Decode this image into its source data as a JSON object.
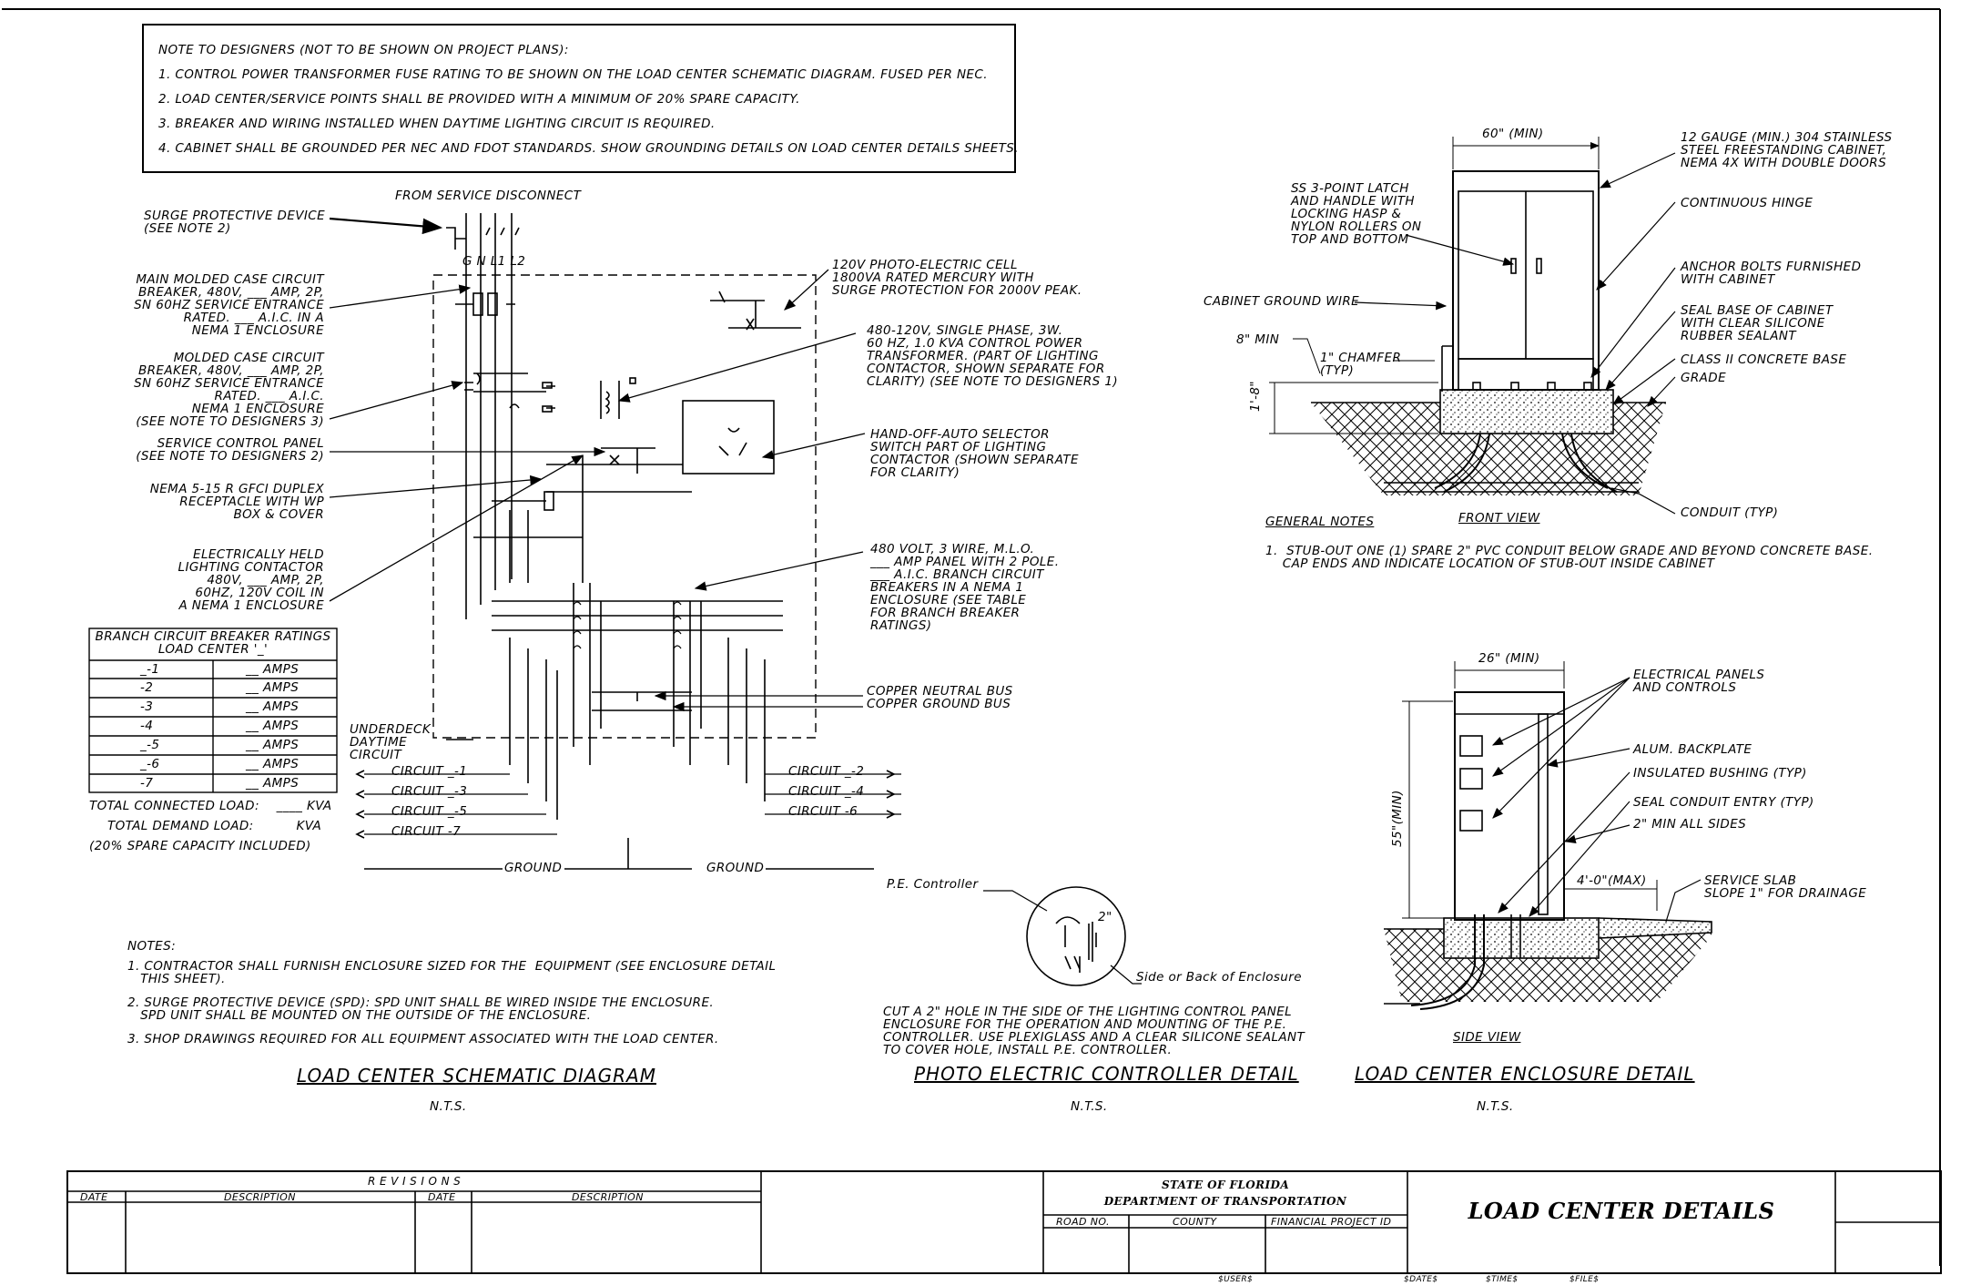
{
  "designer_notes": {
    "heading": "NOTE TO DESIGNERS (NOT TO BE SHOWN ON PROJECT PLANS):",
    "items": [
      "1. CONTROL POWER TRANSFORMER FUSE RATING TO BE SHOWN ON THE LOAD CENTER SCHEMATIC DIAGRAM. FUSED PER NEC.",
      "2. LOAD CENTER/SERVICE POINTS SHALL BE PROVIDED WITH A MINIMUM OF 20% SPARE CAPACITY.",
      "3. BREAKER AND WIRING INSTALLED WHEN DAYTIME LIGHTING CIRCUIT IS REQUIRED.",
      "4. CABINET SHALL BE GROUNDED PER NEC AND FDOT STANDARDS. SHOW GROUNDING DETAILS ON LOAD CENTER DETAILS SHEETS."
    ]
  },
  "schematic": {
    "from_service": "FROM SERVICE DISCONNECT",
    "bus_labels": "G N L1 L2",
    "left_labels": [
      "SURGE PROTECTIVE DEVICE\n(SEE NOTE 2)",
      "MAIN MOLDED CASE CIRCUIT\nBREAKER, 480V, ___ AMP, 2P,\nSN 60HZ SERVICE ENTRANCE\nRATED. ___ A.I.C. IN A\nNEMA 1 ENCLOSURE",
      "MOLDED CASE CIRCUIT\nBREAKER, 480V, ___ AMP, 2P,\nSN 60HZ SERVICE ENTRANCE\nRATED. ___ A.I.C.\nNEMA 1 ENCLOSURE\n(SEE NOTE TO DESIGNERS 3)",
      "SERVICE CONTROL PANEL\n(SEE NOTE TO DESIGNERS 2)",
      "NEMA 5-15 R GFCI DUPLEX\nRECEPTACLE WITH WP\nBOX & COVER",
      "ELECTRICALLY HELD\nLIGHTING CONTACTOR\n480V, ___ AMP, 2P,\n60HZ, 120V COIL IN\nA NEMA 1 ENCLOSURE"
    ],
    "right_labels": [
      "120V PHOTO-ELECTRIC CELL\n1800VA RATED MERCURY WITH\nSURGE PROTECTION FOR 2000V PEAK.",
      "480-120V, SINGLE PHASE, 3W.\n60 HZ, 1.0 KVA CONTROL POWER\nTRANSFORMER. (PART OF LIGHTING\nCONTACTOR, SHOWN SEPARATE FOR\nCLARITY) (SEE NOTE TO DESIGNERS 1)",
      "HAND-OFF-AUTO SELECTOR\nSWITCH PART OF LIGHTING\nCONTACTOR (SHOWN SEPARATE\nFOR CLARITY)",
      "480 VOLT, 3 WIRE, M.L.O.\n___ AMP PANEL WITH 2 POLE.\n___ A.I.C. BRANCH CIRCUIT\nBREAKERS IN A NEMA 1\nENCLOSURE (SEE TABLE\nFOR BRANCH BREAKER\nRATINGS)",
      "COPPER NEUTRAL BUS\nCOPPER GROUND BUS"
    ],
    "underdeck": "UNDERDECK\nDAYTIME\nCIRCUIT",
    "circuits_left": [
      "CIRCUIT _-1",
      "CIRCUIT _-3",
      "CIRCUIT _-5",
      "CIRCUIT -7"
    ],
    "circuits_right": [
      "CIRCUIT _-2",
      "CIRCUIT _-4",
      "CIRCUIT -6"
    ],
    "ground": "GROUND",
    "title": "LOAD CENTER SCHEMATIC DIAGRAM",
    "nts": "N.T.S."
  },
  "breaker_table": {
    "header": "BRANCH CIRCUIT BREAKER RATINGS\nLOAD CENTER '_'",
    "rows": [
      [
        "_-1",
        "__ AMPS"
      ],
      [
        "-2",
        "__ AMPS"
      ],
      [
        "-3",
        "__ AMPS"
      ],
      [
        "-4",
        "__ AMPS"
      ],
      [
        "_-5",
        "__ AMPS"
      ],
      [
        "_-6",
        "__ AMPS"
      ],
      [
        "-7",
        "__ AMPS"
      ]
    ],
    "total_connected": "TOTAL CONNECTED LOAD:    ____ KVA",
    "total_demand": "TOTAL DEMAND LOAD:          KVA",
    "spare": "(20% SPARE CAPACITY INCLUDED)"
  },
  "notes": {
    "heading": "NOTES:",
    "items": [
      "1. CONTRACTOR SHALL FURNISH ENCLOSURE SIZED FOR THE  EQUIPMENT (SEE ENCLOSURE DETAIL\n   THIS SHEET).",
      "2. SURGE PROTECTIVE DEVICE (SPD): SPD UNIT SHALL BE WIRED INSIDE THE ENCLOSURE.\n   SPD UNIT SHALL BE MOUNTED ON THE OUTSIDE OF THE ENCLOSURE.",
      "3. SHOP DRAWINGS REQUIRED FOR ALL EQUIPMENT ASSOCIATED WITH THE LOAD CENTER."
    ]
  },
  "photo_electric": {
    "controller": "P.E. Controller",
    "side": "Side or Back of Enclosure",
    "dim": "2\"",
    "text": "CUT A 2\" HOLE IN THE SIDE OF THE LIGHTING CONTROL PANEL\nENCLOSURE FOR THE OPERATION AND MOUNTING OF THE P.E.\nCONTROLLER. USE PLEXIGLASS AND A CLEAR SILICONE SEALANT\nTO COVER HOLE, INSTALL P.E. CONTROLLER.",
    "title": "PHOTO ELECTRIC CONTROLLER DETAIL",
    "nts": "N.T.S."
  },
  "front_view": {
    "width": "60\" (MIN)",
    "latch": "SS 3-POINT LATCH\nAND HANDLE WITH\nLOCKING HASP &\nNYLON ROLLERS ON\nTOP AND BOTTOM",
    "ground_wire": "CABINET GROUND WIRE",
    "min8": "8\" MIN",
    "chamfer": "1\" CHAMFER\n(TYP)",
    "height": "1'-8\"",
    "right_labels": [
      "12 GAUGE (MIN.) 304 STAINLESS\nSTEEL FREESTANDING CABINET,\nNEMA 4X WITH DOUBLE DOORS",
      "CONTINUOUS HINGE",
      "ANCHOR BOLTS FURNISHED\nWITH CABINET",
      "SEAL BASE OF CABINET\nWITH CLEAR SILICONE\nRUBBER SEALANT",
      "CLASS II CONCRETE BASE",
      "GRADE",
      "CONDUIT (TYP)"
    ],
    "caption": "FRONT VIEW",
    "general_notes": "GENERAL NOTES",
    "note1": "1.  STUB-OUT ONE (1) SPARE 2\" PVC CONDUIT BELOW GRADE AND BEYOND CONCRETE BASE.\n    CAP ENDS AND INDICATE LOCATION OF STUB-OUT INSIDE CABINET"
  },
  "side_view": {
    "width": "26\" (MIN)",
    "height": "55\"(MIN)",
    "slab": "4'-0\"(MAX)",
    "right_labels": [
      "ELECTRICAL PANELS\nAND CONTROLS",
      "ALUM. BACKPLATE",
      "INSULATED BUSHING (TYP)",
      "SEAL CONDUIT ENTRY (TYP)",
      "2\" MIN ALL SIDES",
      "SERVICE SLAB\nSLOPE 1\" FOR DRAINAGE"
    ],
    "caption": "SIDE VIEW",
    "title": "LOAD CENTER ENCLOSURE DETAIL",
    "nts": "N.T.S."
  },
  "title_block": {
    "revisions": "R E V I S I O N S",
    "cols": [
      "DATE",
      "DESCRIPTION",
      "DATE",
      "DESCRIPTION"
    ],
    "state": "STATE OF FLORIDA",
    "dept": "DEPARTMENT OF TRANSPORTATION",
    "road": "ROAD NO.",
    "county": "COUNTY",
    "fpid": "FINANCIAL PROJECT ID",
    "sheet_title": "LOAD CENTER DETAILS",
    "footer": [
      "$USER$",
      "$DATE$",
      "$TIME$",
      "$FILE$"
    ]
  }
}
